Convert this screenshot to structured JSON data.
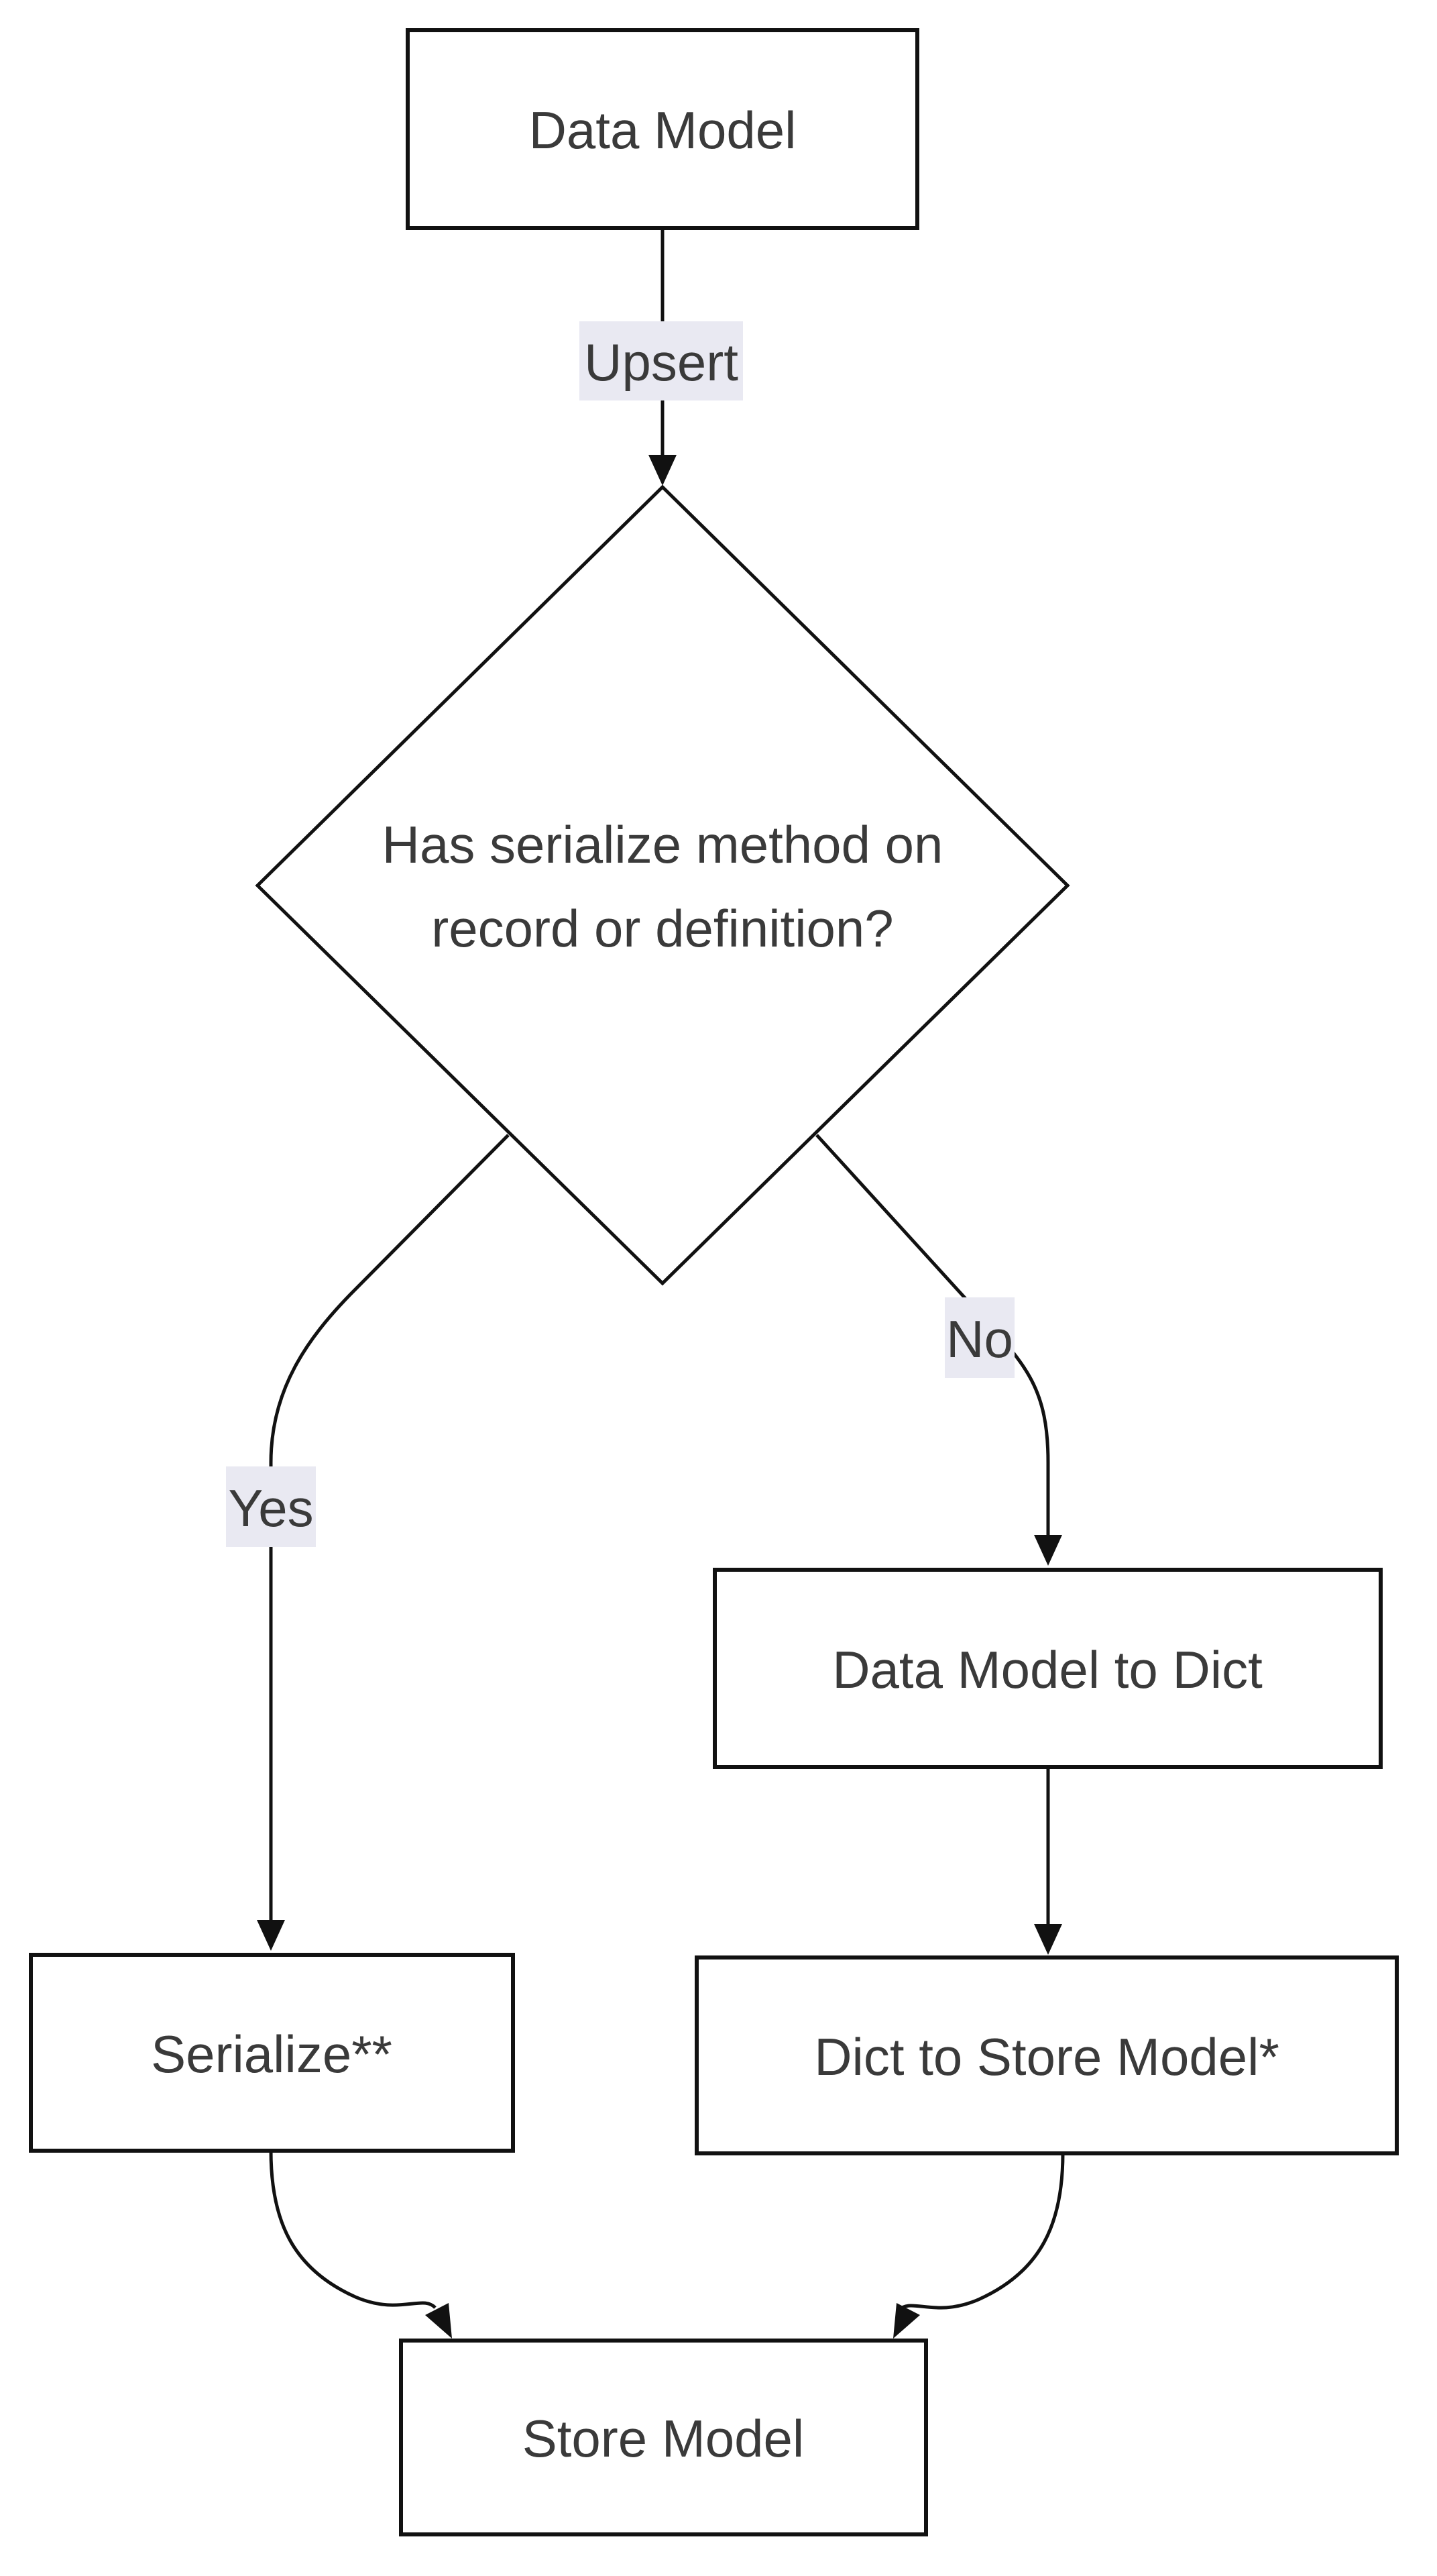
{
  "colors": {
    "line_color": "#111111",
    "node_border": "#111111",
    "node_fill": "#ffffff",
    "text_color": "#3a3a3a",
    "label_bg": "#e9e9f2",
    "page_bg": "#ffffff"
  },
  "nodes": {
    "data_model": {
      "label": "Data Model"
    },
    "decision": {
      "label_lines": [
        "Has serialize method on",
        "record or definition?"
      ]
    },
    "data_model_to_dict": {
      "label": "Data Model to Dict"
    },
    "serialize": {
      "label": "Serialize**"
    },
    "dict_to_store_model": {
      "label": "Dict to Store Model*"
    },
    "store_model": {
      "label": "Store Model"
    }
  },
  "edge_labels": {
    "upsert": "Upsert",
    "yes": "Yes",
    "no": "No"
  }
}
